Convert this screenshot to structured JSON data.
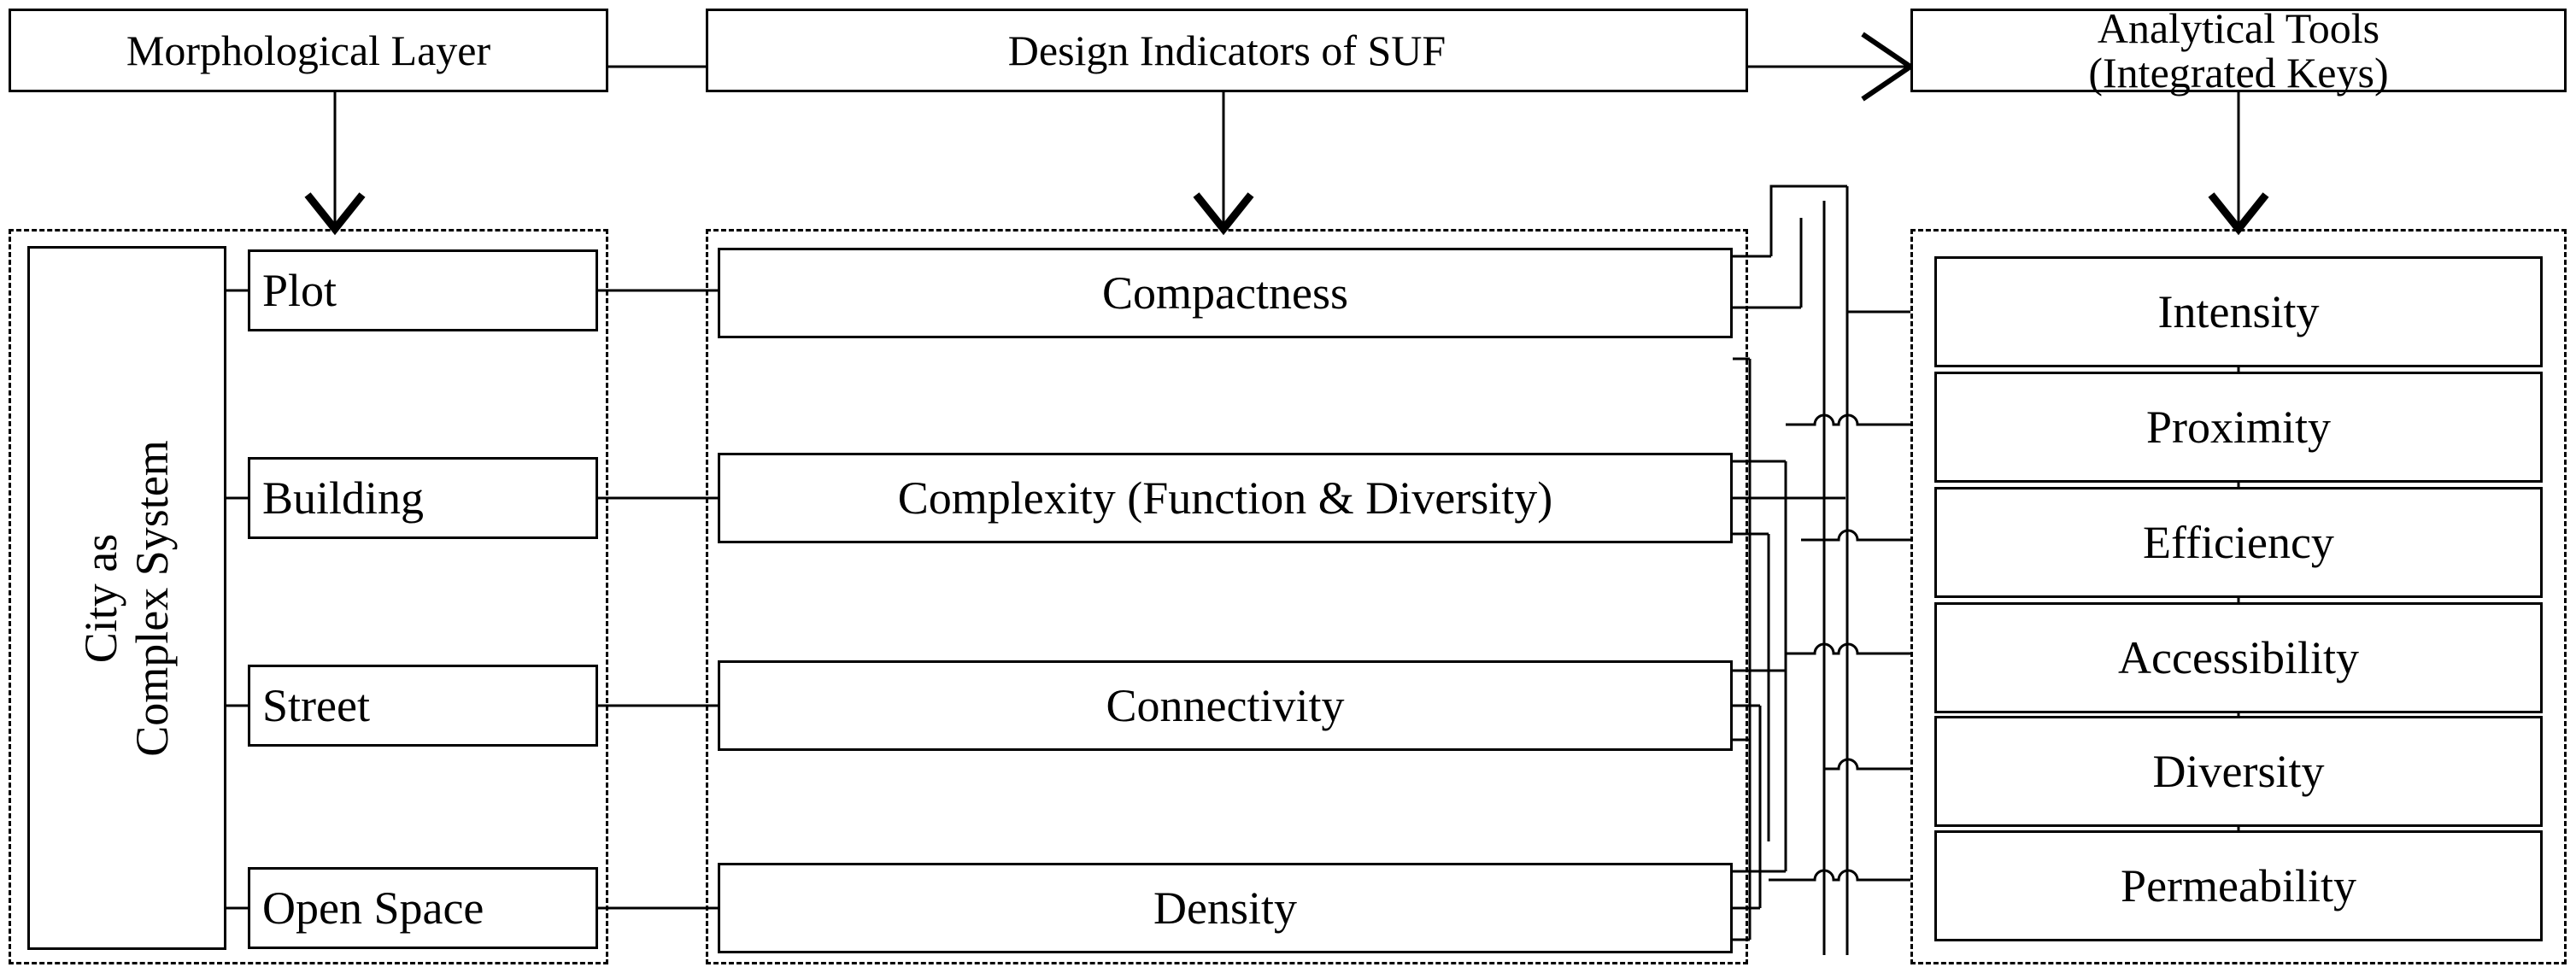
{
  "diagram": {
    "title_headers": [
      {
        "id": "morphological-layer",
        "label": "Morphological Layer"
      },
      {
        "id": "design-indicators",
        "label": "Design Indicators of SUF"
      },
      {
        "id": "analytical-tools",
        "label_line1": "Analytical Tools",
        "label_line2": "(Integrated Keys)"
      }
    ],
    "left_group": {
      "container_label_line1": "City as",
      "container_label_line2": "Complex System",
      "items": [
        {
          "id": "plot",
          "label": "Plot"
        },
        {
          "id": "building",
          "label": "Building"
        },
        {
          "id": "street",
          "label": "Street"
        },
        {
          "id": "open-space",
          "label": "Open Space"
        }
      ]
    },
    "middle_group": {
      "items": [
        {
          "id": "compactness",
          "label": "Compactness"
        },
        {
          "id": "complexity",
          "label": "Complexity (Function & Diversity)"
        },
        {
          "id": "connectivity",
          "label": "Connectivity"
        },
        {
          "id": "density",
          "label": "Density"
        }
      ]
    },
    "right_group": {
      "items": [
        {
          "id": "intensity",
          "label": "Intensity"
        },
        {
          "id": "proximity",
          "label": "Proximity"
        },
        {
          "id": "efficiency",
          "label": "Efficiency"
        },
        {
          "id": "accessibility",
          "label": "Accessibility"
        },
        {
          "id": "diversity",
          "label": "Diversity"
        },
        {
          "id": "permeability",
          "label": "Permeability"
        }
      ]
    },
    "colors": {
      "stroke": "#000000",
      "background": "#ffffff"
    }
  }
}
